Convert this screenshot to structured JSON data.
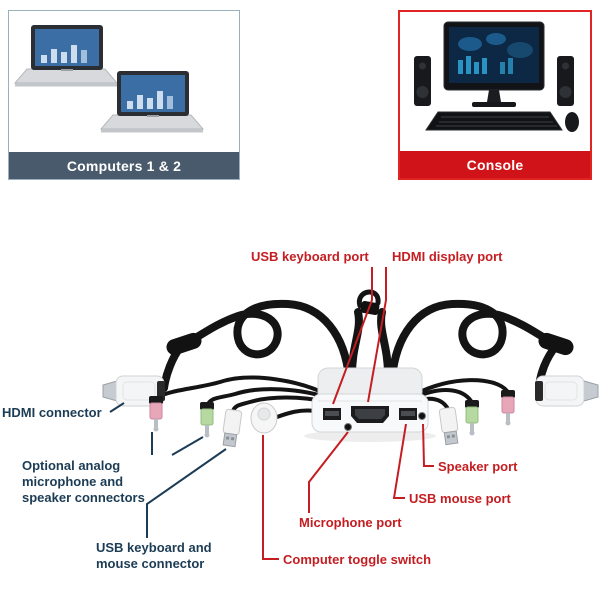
{
  "panels": {
    "computers": {
      "label": "Computers 1 & 2"
    },
    "console": {
      "label": "Console"
    }
  },
  "callouts": {
    "usb_keyboard_port": {
      "label": "USB keyboard port"
    },
    "hdmi_display_port": {
      "label": "HDMI display port"
    },
    "hdmi_connector": {
      "label": "HDMI connector"
    },
    "analog_connectors": {
      "label": "Optional analog microphone and speaker connectors"
    },
    "usb_keyboard_mouse_connector": {
      "label": "USB keyboard and mouse connector"
    },
    "microphone_port": {
      "label": "Microphone port"
    },
    "computer_toggle_switch": {
      "label": "Computer toggle switch"
    },
    "speaker_port": {
      "label": "Speaker port"
    },
    "usb_mouse_port": {
      "label": "USB mouse port"
    }
  },
  "colors": {
    "callout_red": "#c41e22",
    "callout_dark": "#1c3c55",
    "banner_computers": "#4a5a6d",
    "banner_console": "#cf1318",
    "console_border": "#e02424",
    "mic_plug_pink": "#e8a7b8",
    "speaker_plug_green": "#b5d9a0"
  }
}
